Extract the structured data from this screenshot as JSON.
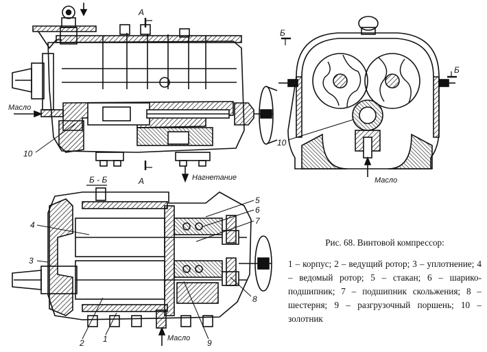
{
  "labels": {
    "section_a_top": "А",
    "section_a_bottom": "А",
    "section_b_left": "Б",
    "section_b_right": "Б",
    "section_bb": "Б - Б",
    "oil_top_left": "Масло",
    "oil_right": "Масло",
    "oil_bottom": "Масло",
    "discharge": "Нагнетание"
  },
  "numbers": {
    "n10_left": "10",
    "n10_right": "10",
    "n4": "4",
    "n3": "3",
    "n2": "2",
    "n1": "1",
    "n9": "9",
    "n5": "5",
    "n6": "6",
    "n7": "7",
    "n8": "8"
  },
  "caption": {
    "title": "Рис. 68. Винтовой компрессор:",
    "text": "1 – корпус; 2 – ведущий ротор; 3 – уплотнение; 4 – ведомый ротор; 5 – стакан; 6 – шарико-подшипник; 7 – подшипник скольжения; 8 – шестерня; 9 – разгрузочный поршень; 10 – золотник"
  }
}
